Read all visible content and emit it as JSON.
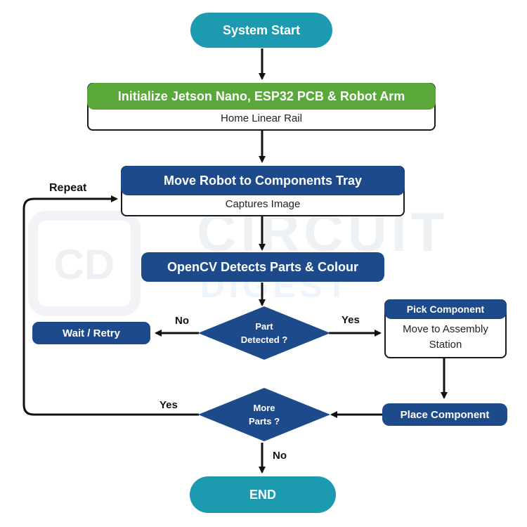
{
  "watermark": {
    "line1": "CIRCUIT",
    "line2": "DIGEST",
    "logo_letter": "CD"
  },
  "nodes": {
    "start": "System Start",
    "init_title": "Initialize Jetson Nano, ESP32 PCB & Robot Arm",
    "init_sub": "Home Linear Rail",
    "move_title": "Move Robot to Components Tray",
    "move_sub": "Captures Image",
    "detect": "OpenCV Detects Parts & Colour",
    "part_detected_l1": "Part",
    "part_detected_l2": "Detected ?",
    "wait": "Wait / Retry",
    "pick_title": "Pick Component",
    "pick_sub_l1": "Move to Assembly",
    "pick_sub_l2": "Station",
    "place": "Place Component",
    "more_parts_l1": "More",
    "more_parts_l2": "Parts ?",
    "end": "END"
  },
  "edge_labels": {
    "no_detect": "No",
    "yes_detect": "Yes",
    "yes_more": "Yes",
    "no_more": "No",
    "repeat": "Repeat"
  },
  "colors": {
    "teal": "#1b9ab0",
    "green": "#5aa83a",
    "navy": "#1d4a8a",
    "arrow": "#111111"
  }
}
